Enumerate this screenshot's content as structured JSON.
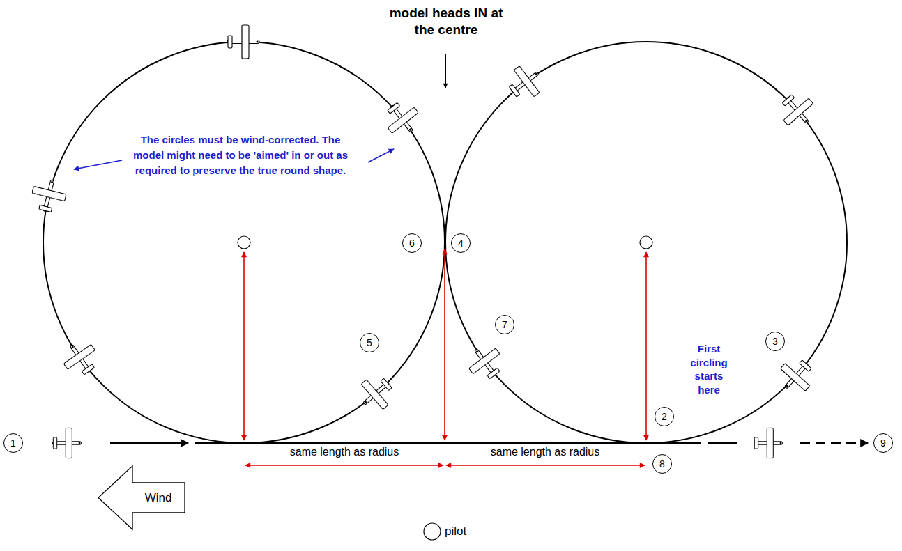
{
  "diagram": {
    "nodes": [
      {
        "text": [
          "1"
        ]
      },
      {
        "text": [
          "2"
        ]
      },
      {
        "text": [
          "3"
        ]
      },
      {
        "text": [
          "4"
        ]
      },
      {
        "text": [
          "5"
        ]
      },
      {
        "text": [
          "6"
        ]
      },
      {
        "text": [
          "7"
        ]
      },
      {
        "text": [
          "8"
        ]
      },
      {
        "text": [
          "9"
        ]
      },
      {
        "text": [
          "Wind"
        ]
      }
    ],
    "labels": [
      "model heads IN at the centre",
      "The circles must be wind-corrected. The model might need to be 'aimed' in or out as required to preserve the true round shape.",
      "First circling starts here",
      "same length as radius",
      "same length as radius",
      "pilot"
    ]
  }
}
